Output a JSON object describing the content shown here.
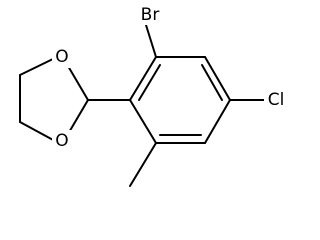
{
  "molecule": {
    "atoms": {
      "bromine": "Br",
      "chlorine": "Cl",
      "oxygen_upper": "O",
      "oxygen_lower": "O"
    }
  }
}
